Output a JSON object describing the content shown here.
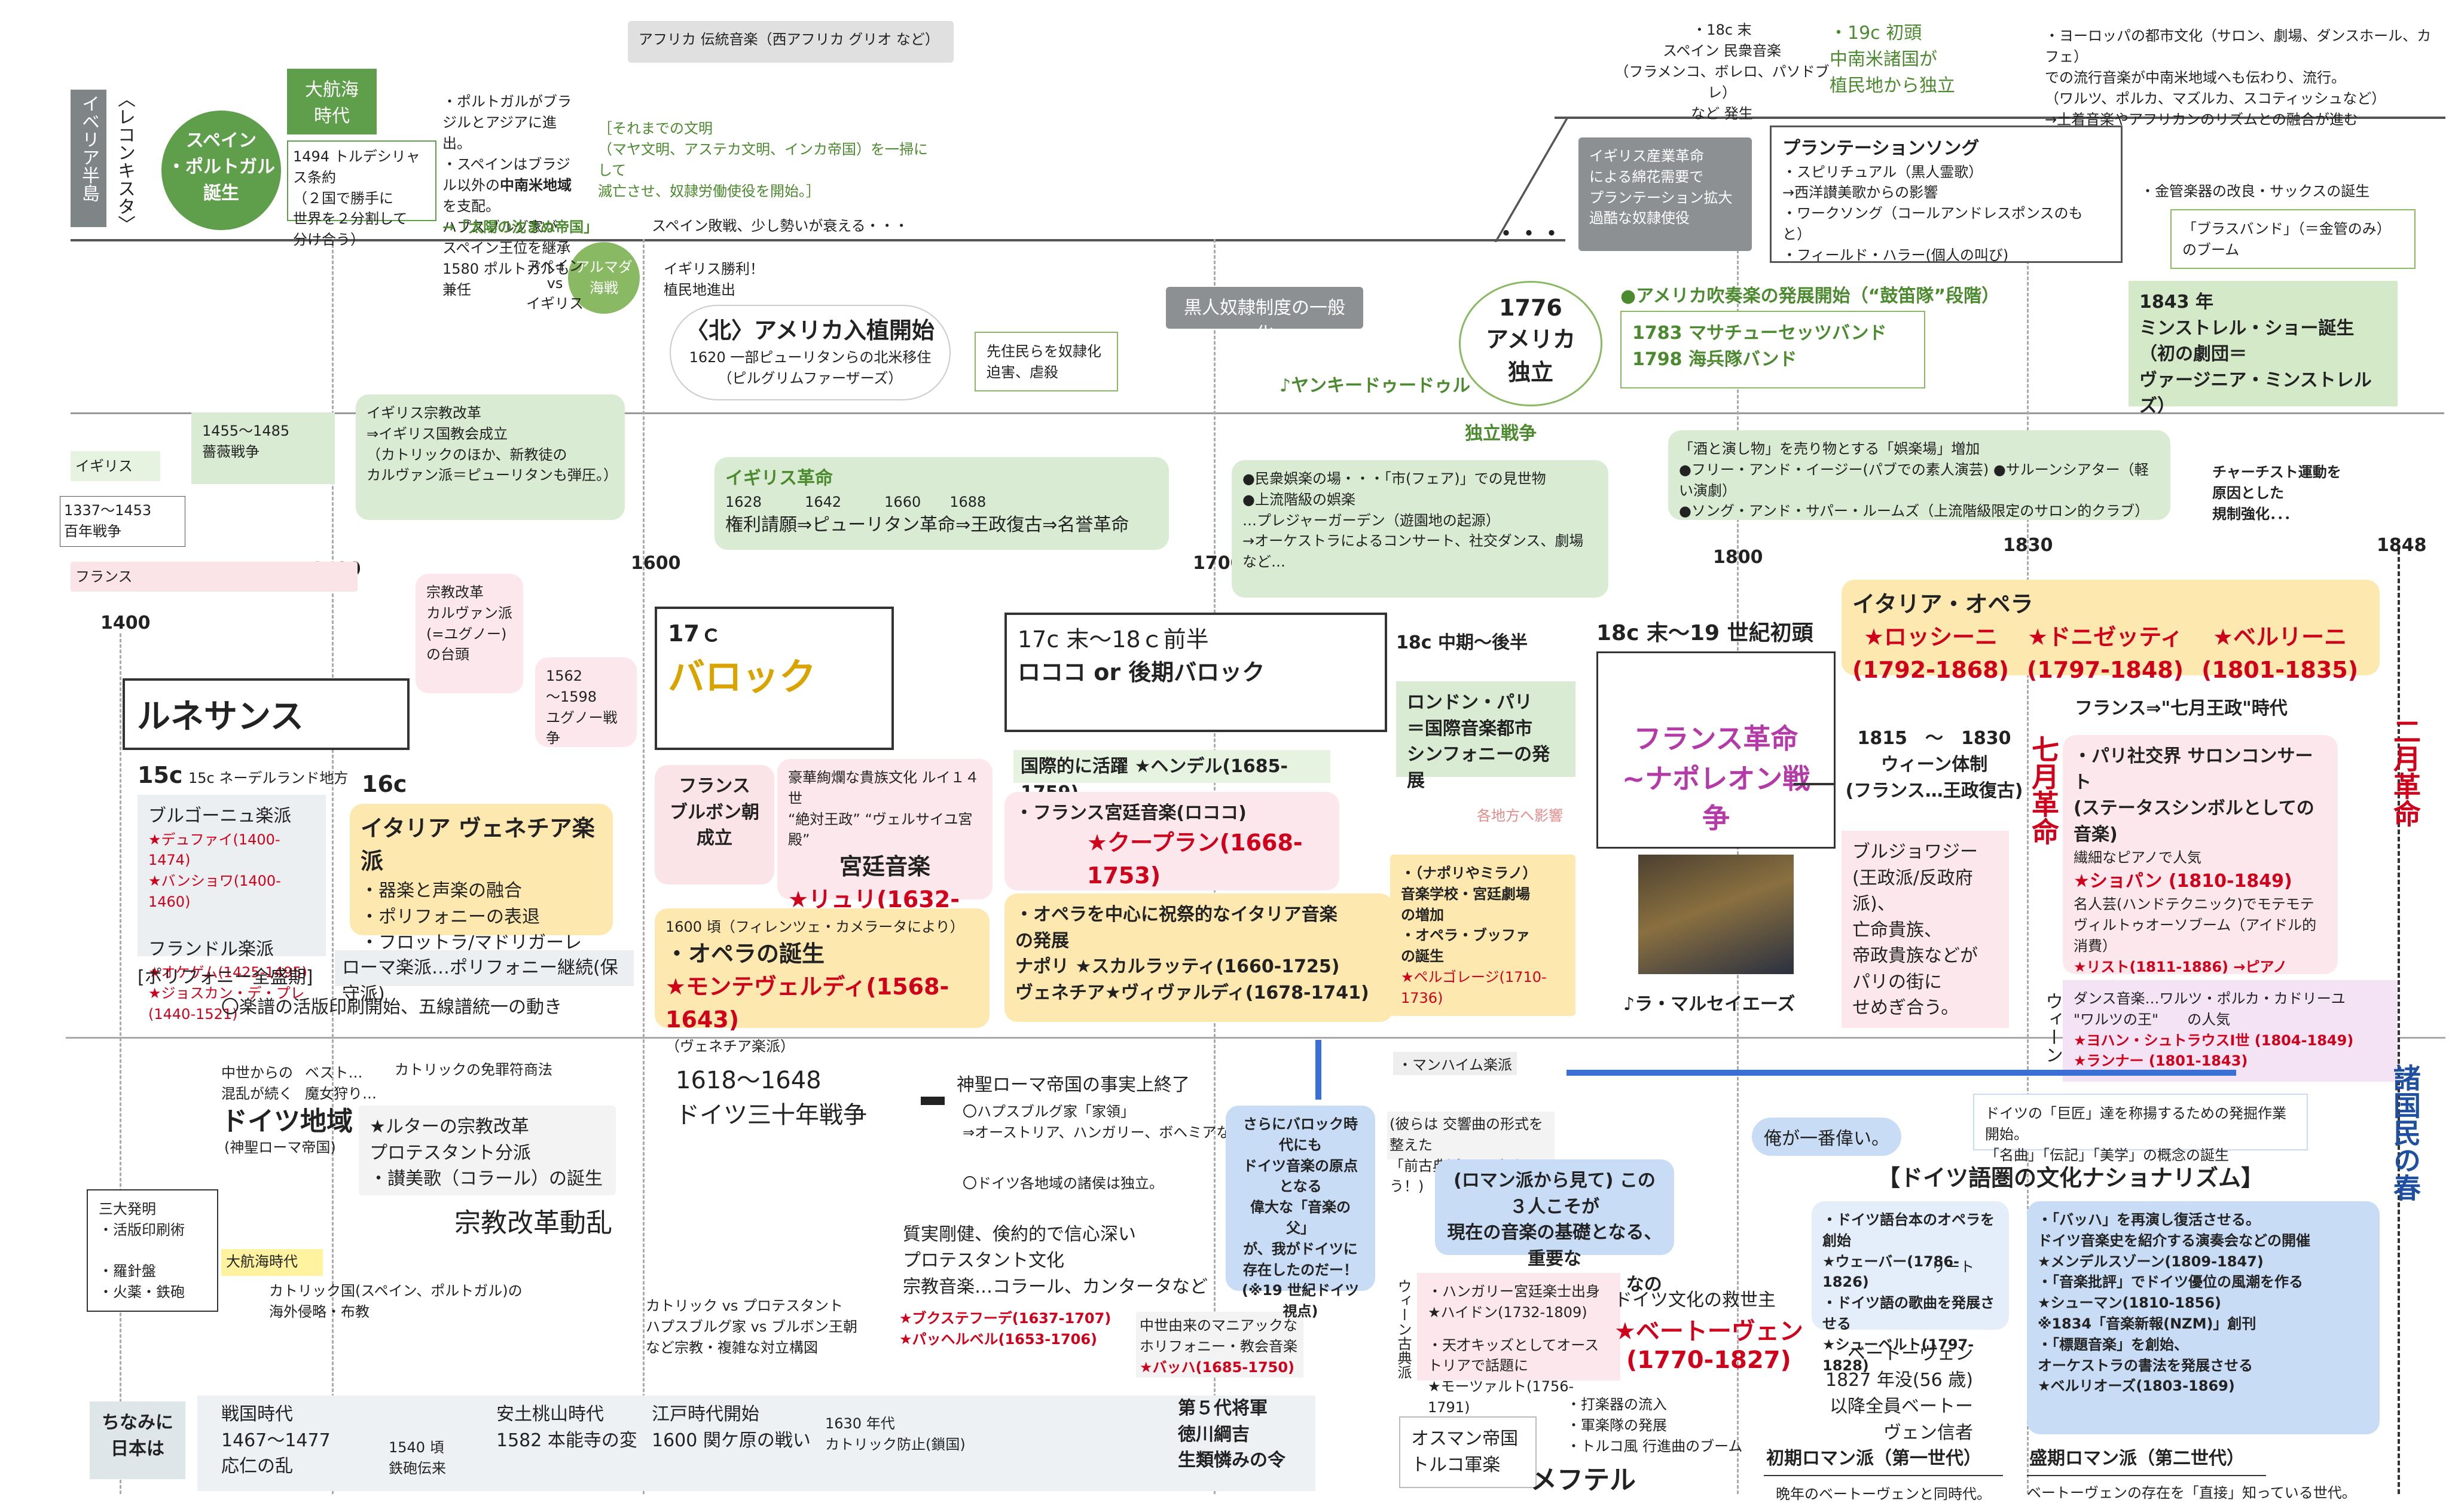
{
  "years": [
    "1400",
    "1500",
    "1600",
    "1700",
    "1800",
    "1830",
    "1848"
  ],
  "ribbon": {
    "iberia": "イベリア半島",
    "reconquista": "〈レコンキスタ〉",
    "spain_portugal": "スペイン\n・ポルトガル\n誕生",
    "daikokai": "大航海\n時代",
    "treaty": "1494 トルデシリャス条約\n（２国で勝手に\n世界を２分割して\n分け合う）",
    "portugal_note": "・ポルトガルがブラジルとアジアに進出。\n・スペインはブラジル以外の",
    "chunanbei": "中南米地域",
    "portugal_note2": "を支配。\nハプスブルグ家が\nスペイン王位を継承\n1580 ポルトガルも兼任",
    "sun": "→「太陽の沈まぬ帝国」",
    "africa": "アフリカ 伝統音楽（西アフリカ グリオ など）",
    "slave_note": "［それまでの文明\n（マヤ文明、アステカ文明、インカ帝国）を一掃にして\n滅亡させ、奴隷労働使役を開始。］",
    "spain_decline": "スペイン敗戦、少し勢いが衰える・・・",
    "armada": "アルマダ\n海戦",
    "spain_vs": "スペイン\nvs\nイギリス",
    "england_win": "イギリス勝利！\n植民地進出",
    "america_start": "〈北〉アメリカ入植開始",
    "america_start2": "1620 一部ピューリタンらの北米移住\n（ピルグリムファーザーズ）",
    "natives": "先住民らを奴隷化\n迫害、虐殺",
    "slavery": "黒人奴隷制度の一般化",
    "dots": "・・・",
    "industrial": "イギリス産業革命\nによる綿花需要で\nプランテーション拡大\n過酷な奴隷使役",
    "america_indep": "1776\nアメリカ\n独立",
    "yankee": "♪ヤンキードゥードゥル",
    "indep_war": "独立戦争",
    "spain_folk": "・18c 末\nスペイン 民衆音楽\n（フラメンコ、ボレロ、パソドブレ）\nなど 発生",
    "latam": "・19c 初頭\n中南米諸国が\n植民地から独立",
    "europe_city": "・ヨーロッパの都市文化（サロン、劇場、ダンスホール、カフェ）\nでの流行音楽が中南米地域へも伝わり、流行。\n（ワルツ、ポルカ、マズルカ、スコティッシュなど）\n→土着音楽やアフリカンのリズムとの融合が進む",
    "plantation_title": "プランテーションソング",
    "plantation_items": "・スピリチュアル（黒人霊歌）\n→西洋讃美歌からの影響\n・ワークソング（コールアンドレスポンスのもと）\n・フィールド・ハラー(個人の叫び)",
    "brass_note": "・金管楽器の改良・サックスの誕生",
    "brass_band": "「ブラスバンド」（＝金管のみ）\nのブーム",
    "minstrel": "1843 年\nミンストレル・ショー誕生\n（初の劇団＝\nヴァージニア・ミンストレルズ）",
    "wind_start": "●アメリカ吹奏楽の発展開始（“鼓笛隊”段階）",
    "bands": "1783 マサチューセッツバンド\n1798 海兵隊バンド",
    "england": "イギリス",
    "roses": "1455～1485\n薔薇戦争",
    "hundred": "1337～1453\n百年戦争",
    "eng_reform": "イギリス宗教改革\n⇒イギリス国教会成立\n（カトリックのほか、新教徒の\nカルヴァン派＝ピューリタンも弾圧。）",
    "eng_rev_title": "イギリス革命",
    "eng_rev_years": "1628　　　1642　　　1660　　1688",
    "eng_rev": "権利請願⇒ピューリタン革命⇒王政復古⇒名誉革命",
    "entertain": "●民衆娯楽の場・・・「市(フェア)」での見世物\n●上流階級の娯楽\n…プレジャーガーデン（遊園地の起源）\n→オーケストラによるコンサート、社交ダンス、劇場など…",
    "gorakujo": "「酒と演し物」を売り物とする「娯楽場」増加\n●フリー・アンド・イージー(パブでの素人演芸) ●サルーンシアター（軽い演劇）\n●ソング・アンド・サパー・ルームズ（上流階級限定のサロン的クラブ）",
    "chartism": "チャーチスト運動を\n原因とした\n規制強化．．．"
  },
  "upper": {
    "france": "フランス",
    "calvin": "宗教改革\nカルヴァン派\n(=ユグノー)\nの台頭",
    "huguenot": "1562\n～1598\nユグノー戦争",
    "renaissance": "ルネサンス",
    "c15": "15c ネーデルランド地方",
    "burgundy": "ブルゴーニュ楽派",
    "burgundy_c": "★デュファイ(1400-1474)\n★バンショワ(1400-1460)",
    "flanders": "フランドル楽派",
    "flanders_c": "★オケゲム(1425-1495)\n★ジョスカン・デ・プレ(1440-1521)",
    "polyphony": "[ポリフォニー全盛期]",
    "c16": "16c",
    "venezia": "イタリア ヴェネチア楽派",
    "venezia_items": "・器楽と声楽の融合\n・ポリフォニーの表退\n・フロットラ/マドリガーレ",
    "rome": "ローマ楽派…ポリフォニー継続(保守派)",
    "printing": "〇楽譜の活版印刷開始、五線譜統一の動き",
    "baroque_c": "17ｃ",
    "baroque": "バロック",
    "bourbon": "フランス\nブルボン朝\n成立",
    "baroque_note": "豪華絢爛な貴族文化 ルイ１４世\n“絶対王政” “ヴェルサイユ宮殿”",
    "court": "宮廷音楽",
    "lully": "★リュリ(1632-1687)",
    "opera_birth_note": "1600 頃（フィレンツェ・カメラータにより）",
    "opera_birth": "・オペラの誕生",
    "monteverdi": "★モンテヴェルディ(1568-1643)",
    "monteverdi_sub": "（ヴェネチア楽派）",
    "rococo_c": "17c 末～18ｃ前半",
    "rococo": "ロココ or 後期バロック",
    "handel": "国際的に活躍 ★ヘンデル(1685-1759)",
    "rococo_fr": "・フランス宮廷音楽(ロココ)",
    "couperin": "★クープラン(1668-1753)\n★ラモー(1683-1764)",
    "opera_it": "・オペラを中心に祝祭的なイタリア音楽\nの発展",
    "napoli": "ナポリ ★スカルラッティ(1660-1725)\nヴェネチア★ヴィヴァルディ(1678-1741)",
    "mid18": "18c 中期～後半",
    "symphony": "ロンドン・パリ\n＝国際音楽都市\nシンフォニーの発展",
    "regional": "各地方へ影響",
    "buffa": "・（ナポリやミラノ）\n音楽学校・宮廷劇場\nの増加\n・オペラ・ブッファ\nの誕生",
    "pergolesi": "★ペルゴレージ(1710-1736)",
    "c18_19": "18c 末～19 世紀初頭",
    "revolution": "フランス革命\n~ナポレオン戦争",
    "marseillaise": "♪ラ・マルセイエーズ",
    "vienna_sys": "1815　～　1830\nウィーン体制\n(フランス…王政復古)",
    "bourgeois": "ブルジョワジー\n(王政派/反政府派)、\n亡命貴族、\n帝政貴族などが\nパリの街に\nせめぎ合う。",
    "it_opera": "イタリア・オペラ",
    "rossini": "★ロッシーニ\n(1792-1868)",
    "donizetti": "★ドニゼッティ\n(1797-1848)",
    "bellini": "★ベルリーニ\n(1801-1835)",
    "july_rev": "七月革命",
    "feb_rev": "二月革命",
    "july_era": "フランス⇒\"七月王政\"時代",
    "salon": "・パリ社交界 サロンコンサート\n(ステータスシンボルとしての音楽)",
    "chopin_note": "繊細なピアノで人気",
    "chopin": "★ショパン (1810-1849)",
    "virtuoso_note": "名人芸(ハンドテクニック)でモテモテ\nヴィルトゥオーソブーム（アイドル的消費）",
    "liszt": "★リスト(1811-1886) →ピアノ\n★パガニーニ(1782-1840) →バイオリン",
    "vienna": "ウィーン",
    "waltz": "ダンス音楽…ワルツ・ポルカ・カドリーユ\n\"ワルツの王\"　　の人気",
    "strauss": "★ヨハン・シュトラウスⅠ世 (1804-1849)\n★ランナー (1801-1843)",
    "spring": "諸国民の春"
  },
  "lower": {
    "kaiho": "中世からの\n混乱が続く",
    "best": "ベスト…\n魔女狩り…",
    "indulgence": "カトリックの免罪符商法",
    "germany": "ドイツ地域",
    "hre": "(神聖ローマ帝国)",
    "luther": "★ルターの宗教改革\nプロテスタント分派\n・讃美歌（コラール）の誕生",
    "reform_ripple": "宗教改革動乱",
    "inventions": "三大発明\n・活版印刷術\n\n・羅針盤\n・火薬・鉄砲",
    "daikokai2": "大航海時代",
    "catholic": "カトリック国(スペイン、ポルトガル)の\n海外侵略・布教",
    "thirty": "1618～1648\nドイツ三十年戦争",
    "hre_end": "神聖ローマ帝国の事実上終了",
    "habsburg": "〇ハプスブルグ家「家領」\n⇒オーストリア、ハンガリー、ボヘミアなど",
    "patrons": "〇ドイツ各地域の諸侯は独立。",
    "protestant": "質実剛健、倹約的で信心深い\nプロテスタント文化\n宗教音楽…コラール、カンタータなど",
    "versus": "カトリック vs プロテスタント\nハプスブルグ家 vs ブルボン王朝\nなど宗教・複雑な対立構図",
    "pachelbel": "★ブクステフーデ(1637-1707)\n★パッヘルベル(1653-1706)",
    "bach_note": "中世由来のマニアックな\nホリフォニー・教会音楽",
    "bach": "★バッハ(1685-1750)",
    "father": "さらにバロック時代にも\nドイツ音楽の原点となる\n偉大な「音楽の父」\nが、我がドイツに\n存在したのだー！\n(※19 世紀ドイツ視点)",
    "mannheim": "・マンハイム楽派",
    "haydn_note": "(彼らは 交響曲の形式を整えた\n「前古典派」と呼ぼう！)",
    "classic": "(ロマン派から見て) この３人こそが\n現在の音楽の基礎となる、重要な\n古典（＝クラシック）なのである！",
    "vienna_cl": "ウィーン古典派",
    "haydn": "・ハンガリー宮廷楽士出身\n★ハイドン(1732-1809)",
    "mozart": "・天才キッズとしてオーストリアで話題に\n★モーツァルト(1756-1791)",
    "beethoven_title": "ドイツ文化の救世主",
    "beethoven": "★ベートーヴェン\n(1770-1827)",
    "ore": "俺が一番偉い。",
    "beethoven_death": "ベートーヴェン\n1827 年没(56 歳)\n以降全員ベートーヴェン信者",
    "ottoman": "オスマン帝国\nトルコ軍楽",
    "mehter": "メフテル",
    "mehter_note": "・打楽器の流入\n・軍楽隊の発展\n・トルコ風 行進曲のブーム",
    "roman_early": "初期ロマン派（第一世代）",
    "roman_early_note": "晩年のベートーヴェンと同時代。",
    "german_nat": "【ドイツ語圏の文化ナショナリズム】",
    "myth": "ドイツの「巨匠」達を称揚するための発掘作業開始。\n「名曲」「伝記」「美学」の概念の誕生",
    "weber": "・ドイツ語台本のオペラを創始\n★ウェーバー(1786-1826)\n・ドイツ語の歌曲を発展させる\n★シューベルト(1797-1828)",
    "lied": "リート",
    "mendelssohn": "・「バッハ」を再演し復活させる。\nドイツ音楽史を紹介する演奏会などの開催\n★メンデルスゾーン(1809-1847)\n・「音楽批評」でドイツ優位の風潮を作る\n★シューマン(1810-1856)\n※1834「音楽新報(NZM)」創刊\n・「標題音楽」を創始、\nオーケストラの書法を発展させる\n★ベルリオーズ(1803-1869)",
    "roman_late": "盛期ロマン派（第二世代）",
    "roman_late_note": "ベートーヴェンの存在を「直接」知っている世代。",
    "japan": "ちなみに\n日本は",
    "sengoku": "戦国時代\n1467～1477\n応仁の乱",
    "teppo": "1540 頃\n鉄砲伝来",
    "azuchi": "安土桃山時代\n1582 本能寺の変",
    "edo": "江戸時代開始\n1600 関ケ原の戦い",
    "sakoku": "1630 年代\nカトリック防止(鎖国)",
    "tsunayoshi": "第５代将軍\n徳川綱吉\n生類憐みの令"
  }
}
